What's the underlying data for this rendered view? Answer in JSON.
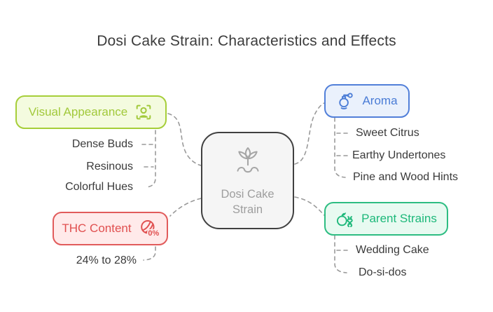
{
  "title": "Dosi Cake Strain: Characteristics and Effects",
  "center": {
    "label_line1": "Dosi Cake",
    "label_line2": "Strain",
    "icon": "seedling-icon"
  },
  "branches": {
    "visual_appearance": {
      "label": "Visual Appearance",
      "icon": "face-scan-icon",
      "border_color": "#a6ce39",
      "bg_color": "#f4fbdf",
      "text_color": "#a2c93b",
      "items": [
        "Dense Buds",
        "Resinous",
        "Colorful Hues"
      ]
    },
    "thc_content": {
      "label": "THC Content",
      "icon": "percentage-icon",
      "icon_badge": "0%",
      "border_color": "#e15b5b",
      "bg_color": "#ffeaea",
      "text_color": "#e04f4f",
      "items": [
        "24% to 28%"
      ]
    },
    "aroma": {
      "label": "Aroma",
      "icon": "perfume-atomizer-icon",
      "border_color": "#517fd9",
      "bg_color": "#eaf1fc",
      "text_color": "#4a7cd6",
      "items": [
        "Sweet Citrus",
        "Earthy Undertones",
        "Pine and Wood Hints"
      ]
    },
    "parent_strains": {
      "label": "Parent Strains",
      "icon": "fruit-dna-icon",
      "border_color": "#2dbd82",
      "bg_color": "#e8faf1",
      "text_color": "#1db87a",
      "items": [
        "Wedding Cake",
        "Do-si-dos"
      ]
    }
  },
  "styles": {
    "central_border": "#404040",
    "central_bg": "#f5f5f5",
    "central_text": "#9e9e9e",
    "connector_color": "#9a9a9a",
    "item_text_color": "#3a3a3a",
    "title_color": "#3c3c3c"
  }
}
